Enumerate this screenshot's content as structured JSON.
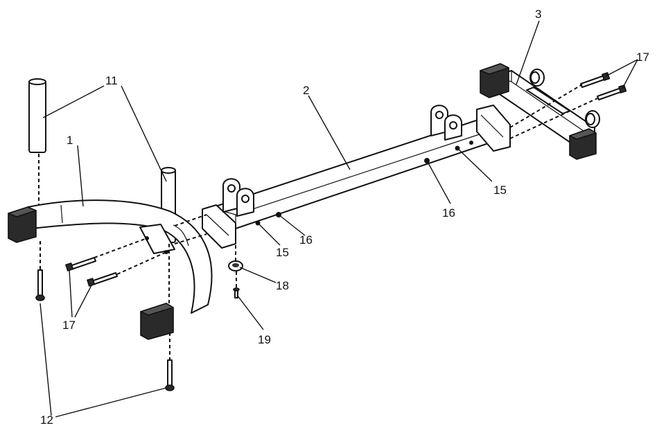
{
  "callouts": {
    "c1": "1",
    "c2": "2",
    "c3": "3",
    "c11": "11",
    "c12": "12",
    "c15a": "15",
    "c15b": "15",
    "c16a": "16",
    "c16b": "16",
    "c17a": "17",
    "c17b": "17",
    "c18": "18",
    "c19": "19"
  }
}
